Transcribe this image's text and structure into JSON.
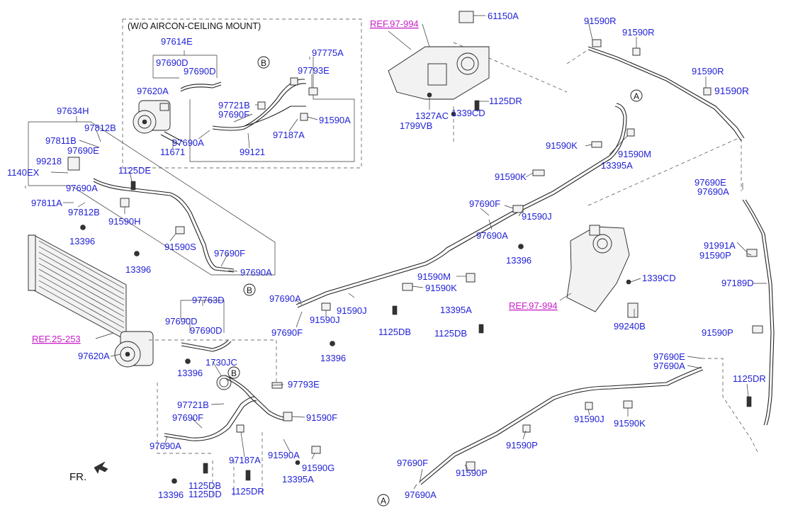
{
  "box_title": "(W/O AIRCON-CEILING MOUNT)",
  "direction": "FR.",
  "refs": [
    "REF.97-994",
    "REF.97-994",
    "REF.25-253"
  ],
  "circle_markers": [
    "A",
    "A",
    "B",
    "B",
    "B"
  ],
  "labels": [
    "97614E",
    "97690D",
    "97690D",
    "97620A",
    "97775A",
    "97793E",
    "97721B",
    "97690F",
    "91590A",
    "97187A",
    "97690A",
    "99121",
    "11671",
    "97634H",
    "97812B",
    "97811B",
    "97690E",
    "99218",
    "1140EX",
    "1125DE",
    "97690A",
    "97811A",
    "97812B",
    "91590H",
    "13396",
    "91590S",
    "13396",
    "97690F",
    "97690A",
    "61150A",
    "1125DR",
    "1327AC",
    "1339CD",
    "1799VB",
    "91590R",
    "91590R",
    "91590R",
    "91590R",
    "91590K",
    "91590M",
    "13395A",
    "91590K",
    "97690F",
    "91590J",
    "97690A",
    "13396",
    "91590M",
    "91590K",
    "13395A",
    "97690A",
    "91590J",
    "97690F",
    "91590J",
    "1125DB",
    "1125DB",
    "13396",
    "97690E",
    "97690A",
    "91991A",
    "91590P",
    "1339CD",
    "97189D",
    "99240B",
    "91590P",
    "97763D",
    "97690D",
    "97690D",
    "97620A",
    "13396",
    "1730JC",
    "97793E",
    "97721B",
    "97690F",
    "91590F",
    "97690A",
    "97187A",
    "91590A",
    "91590G",
    "13395A",
    "13396",
    "1125DB",
    "1125DD",
    "1125DR",
    "97690E",
    "97690A",
    "1125DR",
    "91590J",
    "91590K",
    "91590P",
    "97690F",
    "91590P",
    "97690A"
  ]
}
